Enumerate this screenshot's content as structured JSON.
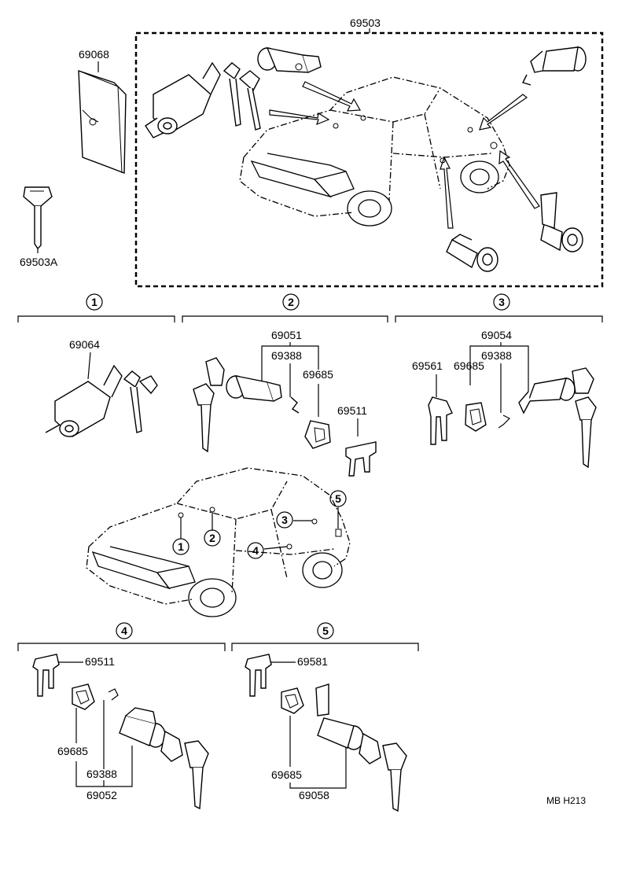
{
  "labels": {
    "kit_set": "69503",
    "key_case": "69068",
    "master_key": "69503A",
    "ignition_cylinder": "69064",
    "door_cylinder_lh": "69051",
    "retainer_a": "69388",
    "pad_a": "69685",
    "retainer_clip_a": "69511",
    "door_cylinder_rh": "69054",
    "clip_b": "69561",
    "pad_b": "69685",
    "retainer_b": "69388",
    "clip_c": "69511",
    "pad_c": "69685",
    "retainer_c": "69388",
    "rear_door_cylinder": "69052",
    "clip_d": "69581",
    "pad_d": "69685",
    "back_door_cylinder": "69058",
    "footer_code": "MB  H213"
  },
  "callouts": {
    "c1": "1",
    "c2": "2",
    "c3": "3",
    "c4": "4",
    "c5": "5"
  }
}
